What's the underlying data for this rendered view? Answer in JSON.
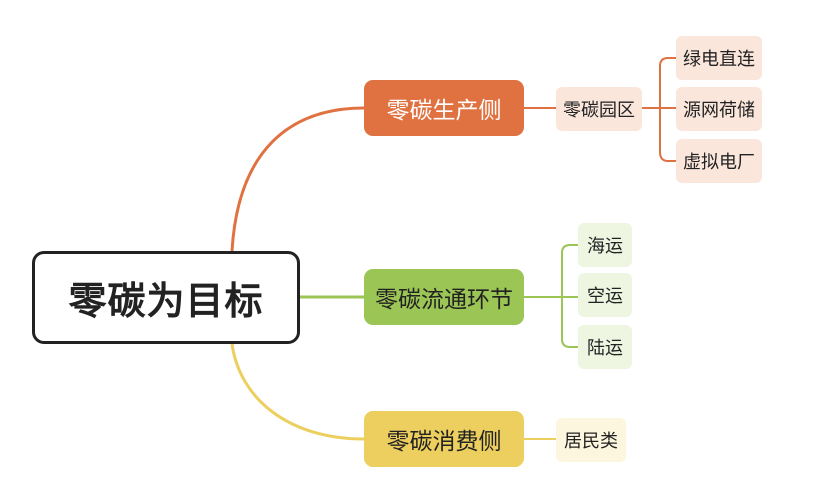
{
  "root": {
    "label": "零碳为目标"
  },
  "branches": [
    {
      "label": "零碳生产侧",
      "color": "#e07140",
      "children": [
        {
          "label": "零碳园区",
          "children": [
            {
              "label": "绿电直连"
            },
            {
              "label": "源网荷储"
            },
            {
              "label": "虚拟电厂"
            }
          ]
        }
      ]
    },
    {
      "label": "零碳流通环节",
      "color": "#9bc554",
      "children": [
        {
          "label": "海运"
        },
        {
          "label": "空运"
        },
        {
          "label": "陆运"
        }
      ]
    },
    {
      "label": "零碳消费侧",
      "color": "#eccf5f",
      "children": [
        {
          "label": "居民类"
        }
      ]
    }
  ]
}
